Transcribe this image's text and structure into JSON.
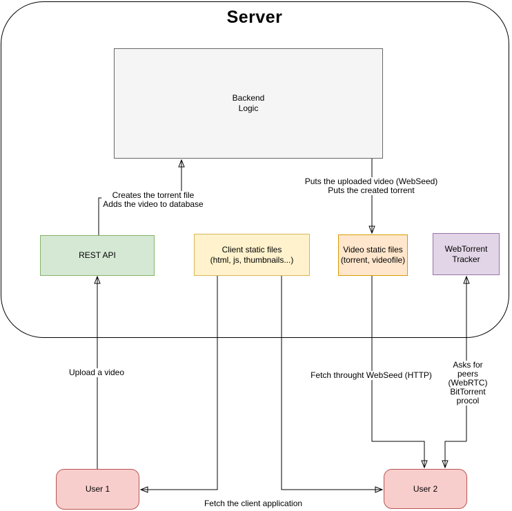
{
  "diagram": {
    "title": "Server",
    "nodes": {
      "backend": {
        "label": "Backend\nLogic",
        "fill": "#f5f5f5",
        "stroke": "#666666"
      },
      "rest_api": {
        "label": "REST API",
        "fill": "#d5e8d4",
        "stroke": "#82b366"
      },
      "client_files": {
        "label": "Client static files\n(html, js, thumbnails...)",
        "fill": "#fff2cc",
        "stroke": "#d6b656"
      },
      "video_files": {
        "label": "Video static files\n(torrent, videofile)",
        "fill": "#ffe6cc",
        "stroke": "#d79b00"
      },
      "tracker": {
        "label": "WebTorrent\nTracker",
        "fill": "#e1d5e7",
        "stroke": "#9673a6"
      },
      "user1": {
        "label": "User 1",
        "fill": "#f8cecc",
        "stroke": "#b85450"
      },
      "user2": {
        "label": "User 2",
        "fill": "#f8cecc",
        "stroke": "#b85450"
      }
    },
    "edge_labels": {
      "creates_torrent": "Creates the torrent file\nAdds the video to database",
      "puts_video": "Puts the uploaded video (WebSeed)\nPuts the created torrent",
      "upload_video": "Upload a video",
      "fetch_client": "Fetch the client application",
      "fetch_webseed": "Fetch throught WebSeed (HTTP)",
      "asks_peers": "Asks for peers (WebRTC)\nBitTorrent procol"
    },
    "edges": [
      {
        "from": "rest_api",
        "to": "backend",
        "label": "Creates the torrent file / Adds the video to database"
      },
      {
        "from": "backend",
        "to": "video_files",
        "label": "Puts the uploaded video (WebSeed) / Puts the created torrent"
      },
      {
        "from": "user1",
        "to": "rest_api",
        "label": "Upload a video"
      },
      {
        "from": "client_files",
        "to": "user1",
        "label": "Fetch the client application"
      },
      {
        "from": "client_files",
        "to": "user2",
        "label": "Fetch the client application"
      },
      {
        "from": "video_files",
        "to": "user2",
        "label": "Fetch throught WebSeed (HTTP)"
      },
      {
        "from": "user2",
        "to": "tracker",
        "label": "Asks for peers (WebRTC) / BitTorrent procol"
      },
      {
        "from": "tracker",
        "to": "user2",
        "label": "Asks for peers (WebRTC) / BitTorrent procol"
      }
    ],
    "line_color": "#000000"
  }
}
